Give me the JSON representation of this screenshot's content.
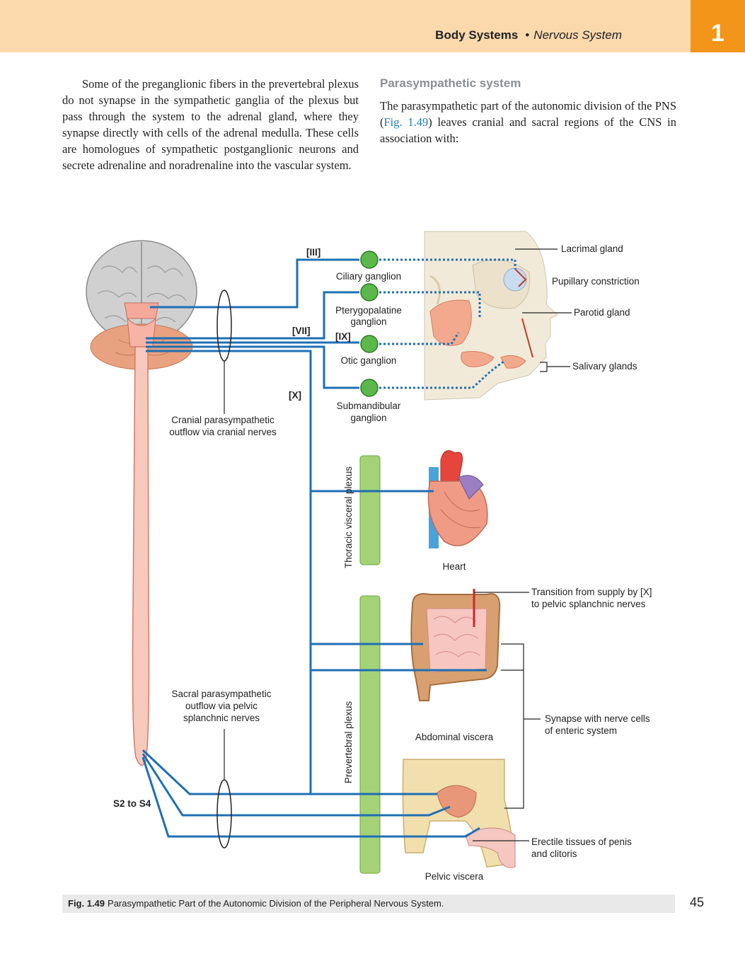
{
  "header": {
    "section_bold": "Body Systems",
    "separator": "•",
    "section_italic": "Nervous System",
    "chapter_number": "1"
  },
  "left_column": {
    "paragraph": "Some of the preganglionic fibers in the prevertebral plexus do not synapse in the sympathetic ganglia of the plexus but pass through the system to the adrenal gland, where they synapse directly with cells of the adrenal medulla. These cells are homologues of sympathetic postganglionic neurons and secrete adrenaline and noradrenaline into the vascular system."
  },
  "right_column": {
    "heading": "Parasympathetic system",
    "text_before_ref": "The parasympathetic part of the autonomic division of the PNS (",
    "fig_ref": "Fig. 1.49",
    "text_after_ref": ") leaves cranial and sacral regions of the CNS in association with:"
  },
  "figure": {
    "nerve_labels": {
      "III": "[III]",
      "VII": "[VII]",
      "IX": "[IX]",
      "X": "[X]",
      "sacral": "S2 to S4"
    },
    "ganglia": {
      "ciliary": "Ciliary ganglion",
      "pterygopalatine_1": "Pterygopalatine",
      "pterygopalatine_2": "ganglion",
      "otic": "Otic ganglion",
      "submandibular_1": "Submandibular",
      "submandibular_2": "ganglion"
    },
    "targets": {
      "lacrimal": "Lacrimal gland",
      "pupillary": "Pupillary constriction",
      "parotid": "Parotid gland",
      "salivary": "Salivary glands",
      "heart": "Heart",
      "abdominal": "Abdominal viscera",
      "pelvic": "Pelvic viscera"
    },
    "outflow": {
      "cranial_1": "Cranial parasympathetic",
      "cranial_2": "outflow via cranial nerves",
      "sacral_1": "Sacral parasympathetic",
      "sacral_2": "outflow via pelvic",
      "sacral_3": "splanchnic nerves"
    },
    "plexus": {
      "thoracic": "Thoracic visceral plexus",
      "prevertebral": "Prevertebral plexus"
    },
    "annotations": {
      "transition_1": "Transition from supply by [X]",
      "transition_2": "to pelvic splanchnic nerves",
      "synapse_1": "Synapse with nerve cells",
      "synapse_2": "of enteric system",
      "erectile_1": "Erectile tissues of penis",
      "erectile_2": "and clitoris"
    },
    "colors": {
      "nerve": "#1f6fb3",
      "ganglion": "#5cb84b",
      "plexus": "#a5d277",
      "transition_marker": "#d22630"
    }
  },
  "caption": {
    "label": "Fig. 1.49",
    "text": "Parasympathetic Part of the Autonomic Division of the Peripheral Nervous System."
  },
  "page_number": "45"
}
